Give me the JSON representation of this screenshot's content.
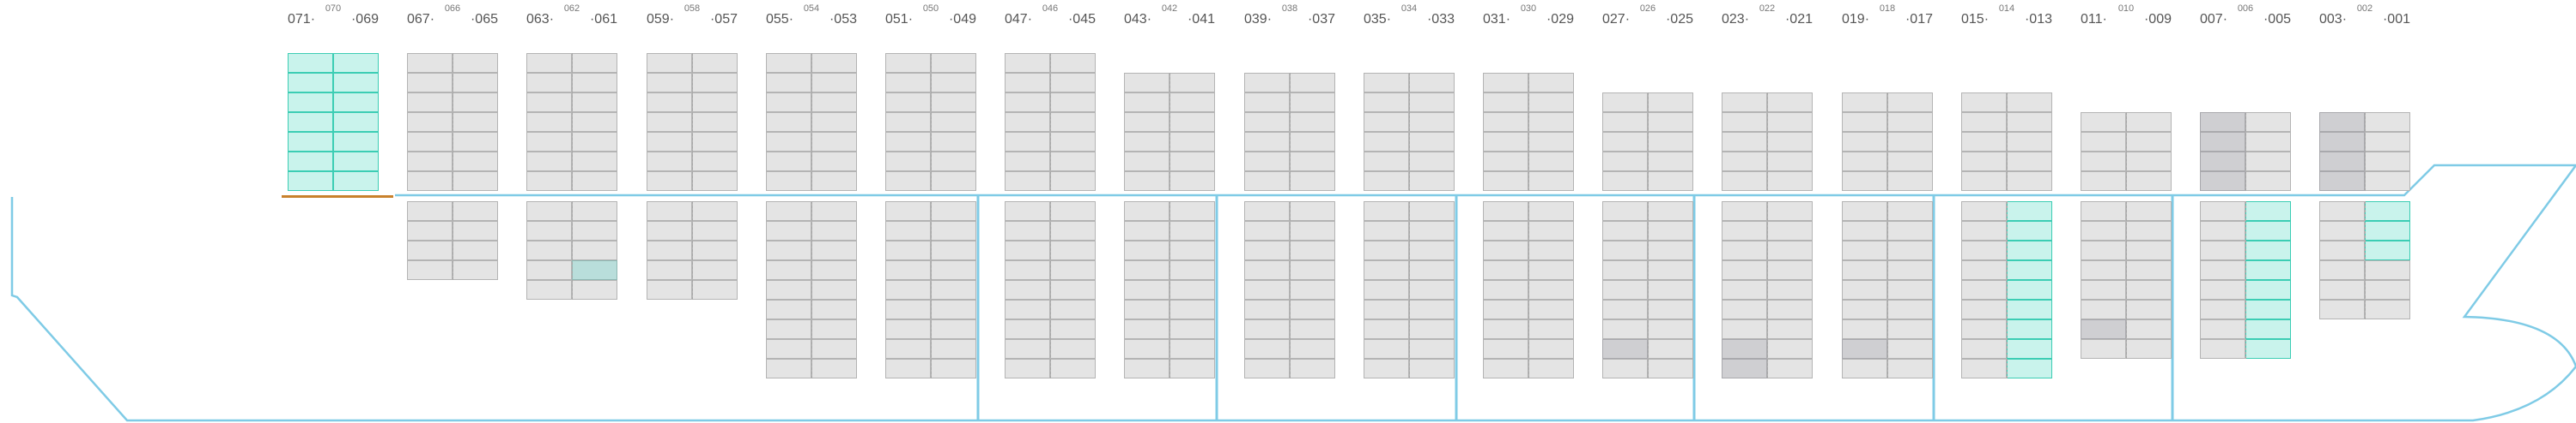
{
  "colors": {
    "hull": "#7fcbe6",
    "cell": "#e4e4e4",
    "cell_border": "#b4b4b4",
    "highlight": "#c9f3ec",
    "highlight_border": "#3ccdb4",
    "dark": "#cfcfd2",
    "teal": "#b9dedb",
    "deck_mark": "#c8812c"
  },
  "bays": [
    {
      "left": "071",
      "mid": "070",
      "right": "069",
      "deck_tiers": 7,
      "hold_tiers": 0,
      "deck_fill": "all"
    },
    {
      "left": "067",
      "mid": "066",
      "right": "065",
      "deck_tiers": 7,
      "hold_tiers": 4
    },
    {
      "left": "063",
      "mid": "062",
      "right": "061",
      "deck_tiers": 7,
      "hold_tiers": 5,
      "teal": [
        {
          "area": "hold",
          "row": 3,
          "col": 1
        }
      ]
    },
    {
      "left": "059",
      "mid": "058",
      "right": "057",
      "deck_tiers": 7,
      "hold_tiers": 5
    },
    {
      "left": "055",
      "mid": "054",
      "right": "053",
      "deck_tiers": 7,
      "hold_tiers": 9
    },
    {
      "left": "051",
      "mid": "050",
      "right": "049",
      "deck_tiers": 7,
      "hold_tiers": 9
    },
    {
      "left": "047",
      "mid": "046",
      "right": "045",
      "deck_tiers": 7,
      "hold_tiers": 9
    },
    {
      "left": "043",
      "mid": "042",
      "right": "041",
      "deck_tiers": 6,
      "hold_tiers": 9
    },
    {
      "left": "039",
      "mid": "038",
      "right": "037",
      "deck_tiers": 6,
      "hold_tiers": 9
    },
    {
      "left": "035",
      "mid": "034",
      "right": "033",
      "deck_tiers": 6,
      "hold_tiers": 9
    },
    {
      "left": "031",
      "mid": "030",
      "right": "029",
      "deck_tiers": 6,
      "hold_tiers": 9
    },
    {
      "left": "027",
      "mid": "026",
      "right": "025",
      "deck_tiers": 5,
      "hold_tiers": 9,
      "dark": [
        {
          "area": "hold",
          "row": 7,
          "col": 0
        }
      ]
    },
    {
      "left": "023",
      "mid": "022",
      "right": "021",
      "deck_tiers": 5,
      "hold_tiers": 9,
      "dark": [
        {
          "area": "hold",
          "row": 7,
          "col": 0
        },
        {
          "area": "hold",
          "row": 8,
          "col": 0
        }
      ]
    },
    {
      "left": "019",
      "mid": "018",
      "right": "017",
      "deck_tiers": 5,
      "hold_tiers": 9,
      "dark": [
        {
          "area": "hold",
          "row": 7,
          "col": 0
        }
      ]
    },
    {
      "left": "015",
      "mid": "014",
      "right": "013",
      "deck_tiers": 5,
      "hold_tiers": 9,
      "hold_hl_col": 1
    },
    {
      "left": "011",
      "mid": "010",
      "right": "009",
      "deck_tiers": 4,
      "hold_tiers": 8,
      "dark": [
        {
          "area": "hold",
          "row": 6,
          "col": 0
        }
      ]
    },
    {
      "left": "007",
      "mid": "006",
      "right": "005",
      "deck_tiers": 4,
      "hold_tiers": 8,
      "deck_dark_col": 0,
      "hold_hl_col": 1
    },
    {
      "left": "003",
      "mid": "002",
      "right": "001",
      "deck_tiers": 4,
      "hold_tiers": 6,
      "deck_dark_col": 0,
      "hold_hl_col": 1,
      "hold_hl_rows": 3
    }
  ]
}
